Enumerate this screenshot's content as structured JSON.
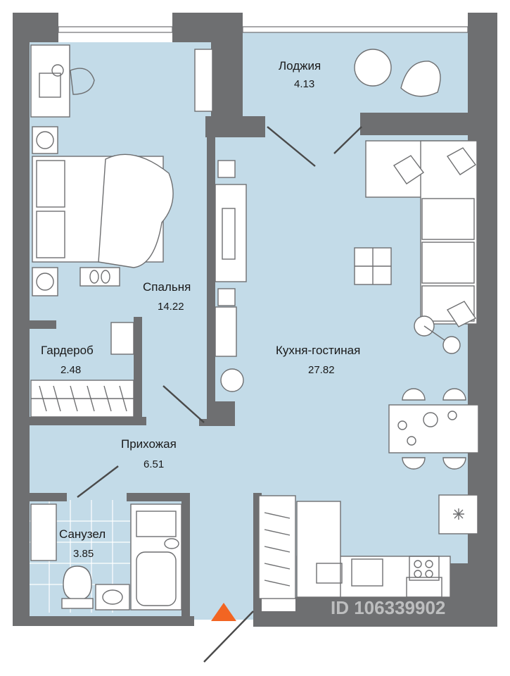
{
  "rooms": {
    "loggia": {
      "name": "Лоджия",
      "area": "4.13"
    },
    "bedroom": {
      "name": "Спальня",
      "area": "14.22"
    },
    "wardrobe": {
      "name": "Гардероб",
      "area": "2.48"
    },
    "kitchen": {
      "name": "Кухня-гостиная",
      "area": "27.82"
    },
    "hallway": {
      "name": "Прихожая",
      "area": "6.51"
    },
    "bathroom": {
      "name": "Санузел",
      "area": "3.85"
    }
  },
  "watermark": "ID 106339902",
  "colors": {
    "floor": "#c3dbe8",
    "wall": "#6e6f71",
    "entrance_marker": "#f26522"
  },
  "icons": [
    "entrance-arrow-icon"
  ]
}
